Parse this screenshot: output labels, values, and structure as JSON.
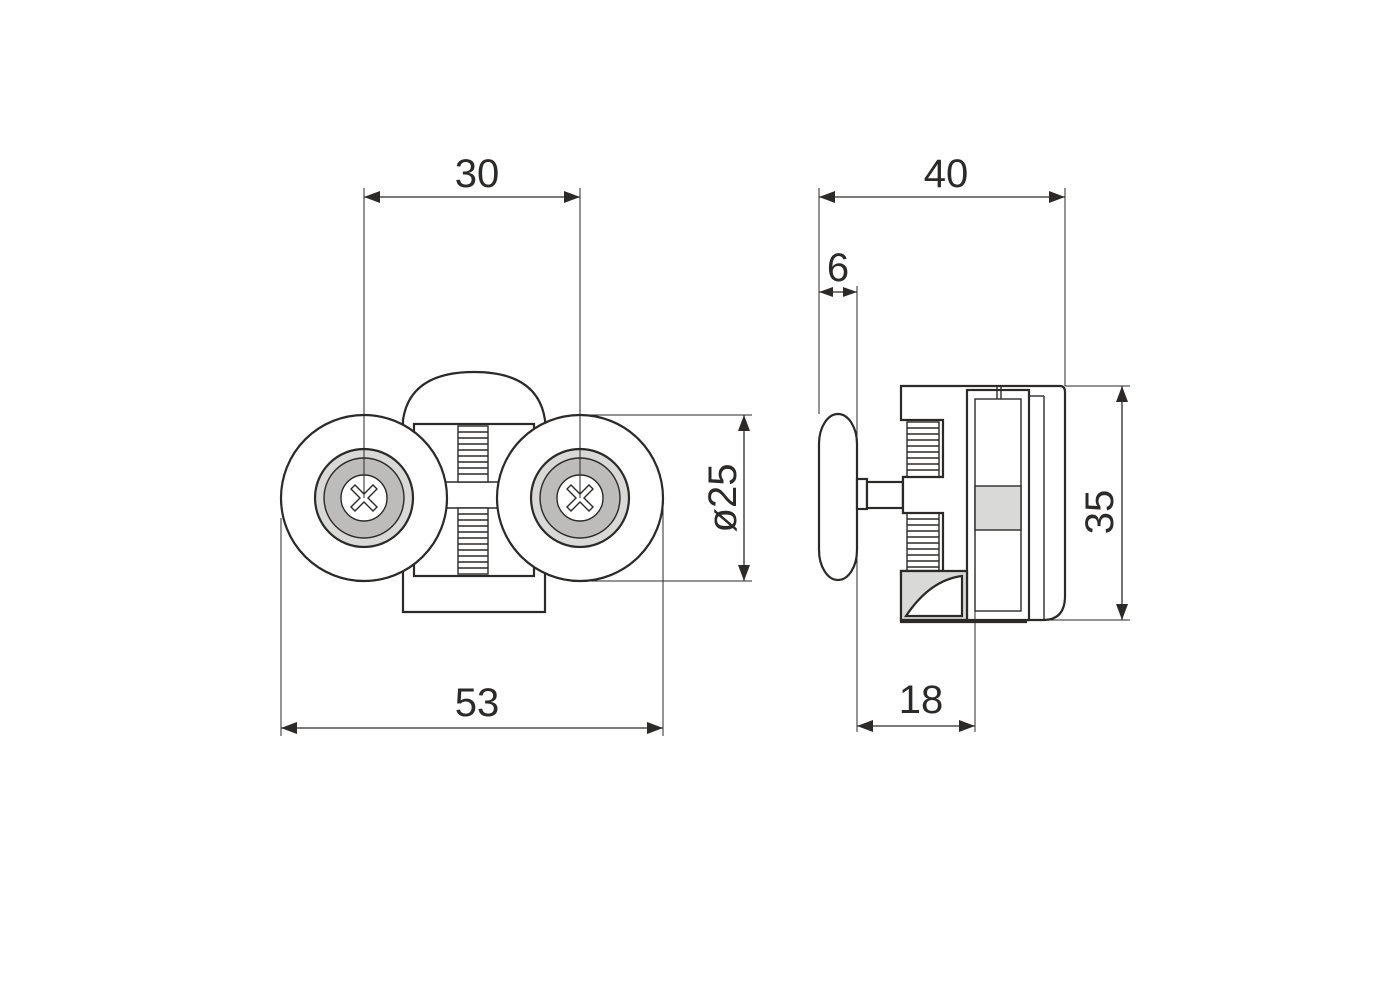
{
  "dimensions": {
    "front_axle_spacing": "30",
    "front_overall_width": "53",
    "wheel_diameter": "ø25",
    "side_overall_depth": "40",
    "side_wheel_thickness": "6",
    "side_clamp_width": "18",
    "side_height": "35"
  },
  "colors": {
    "line": "#2b2a29",
    "light_fill": "#d9d9d8",
    "mid_fill": "#bdbcbb"
  },
  "icons": {
    "screw_head": "phillips-screw-icon"
  }
}
